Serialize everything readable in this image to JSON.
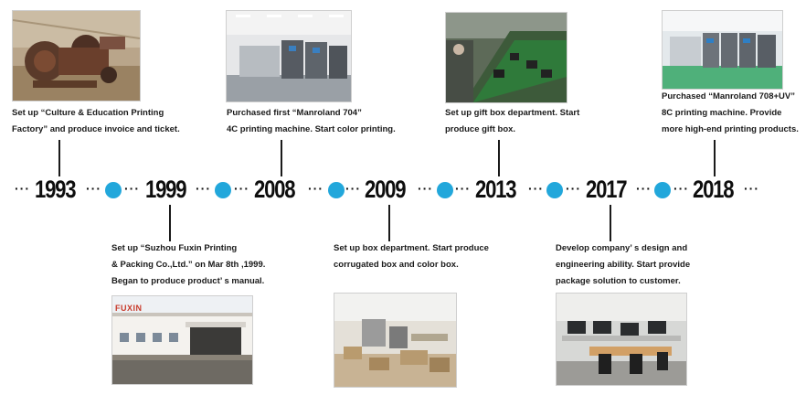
{
  "accent_color": "#22a7db",
  "milestones": [
    {
      "year": "1993",
      "text": "Set up “Culture & Education Printing\nFactory” and produce invoice and ticket.",
      "photo_icon": "old-machine-photo"
    },
    {
      "year": "1999",
      "text": "Set up “Suzhou Fuxin Printing\n& Packing Co.,Ltd.” on Mar 8th ,1999.\nBegan to produce product’ s manual.",
      "photo_icon": "factory-building-photo",
      "sign_text": "FUXIN"
    },
    {
      "year": "2008",
      "text": "Purchased first “Manroland 704”\n4C printing machine. Start color printing.",
      "photo_icon": "printing-press-photo"
    },
    {
      "year": "2009",
      "text": "Set up box department. Start produce\ncorrugated box and color box.",
      "photo_icon": "box-workshop-photo"
    },
    {
      "year": "2013",
      "text": "Set up gift box department. Start\nproduce gift box.",
      "photo_icon": "gift-box-line-photo"
    },
    {
      "year": "2017",
      "text": "Develop company’ s design and\nengineering ability. Start provide\npackage solution to customer.",
      "photo_icon": "office-photo"
    },
    {
      "year": "2018",
      "text": "Purchased “Manroland 708+UV”\n8C printing machine. Provide\nmore high-end printing products.",
      "photo_icon": "printing-press-uv-photo"
    }
  ]
}
